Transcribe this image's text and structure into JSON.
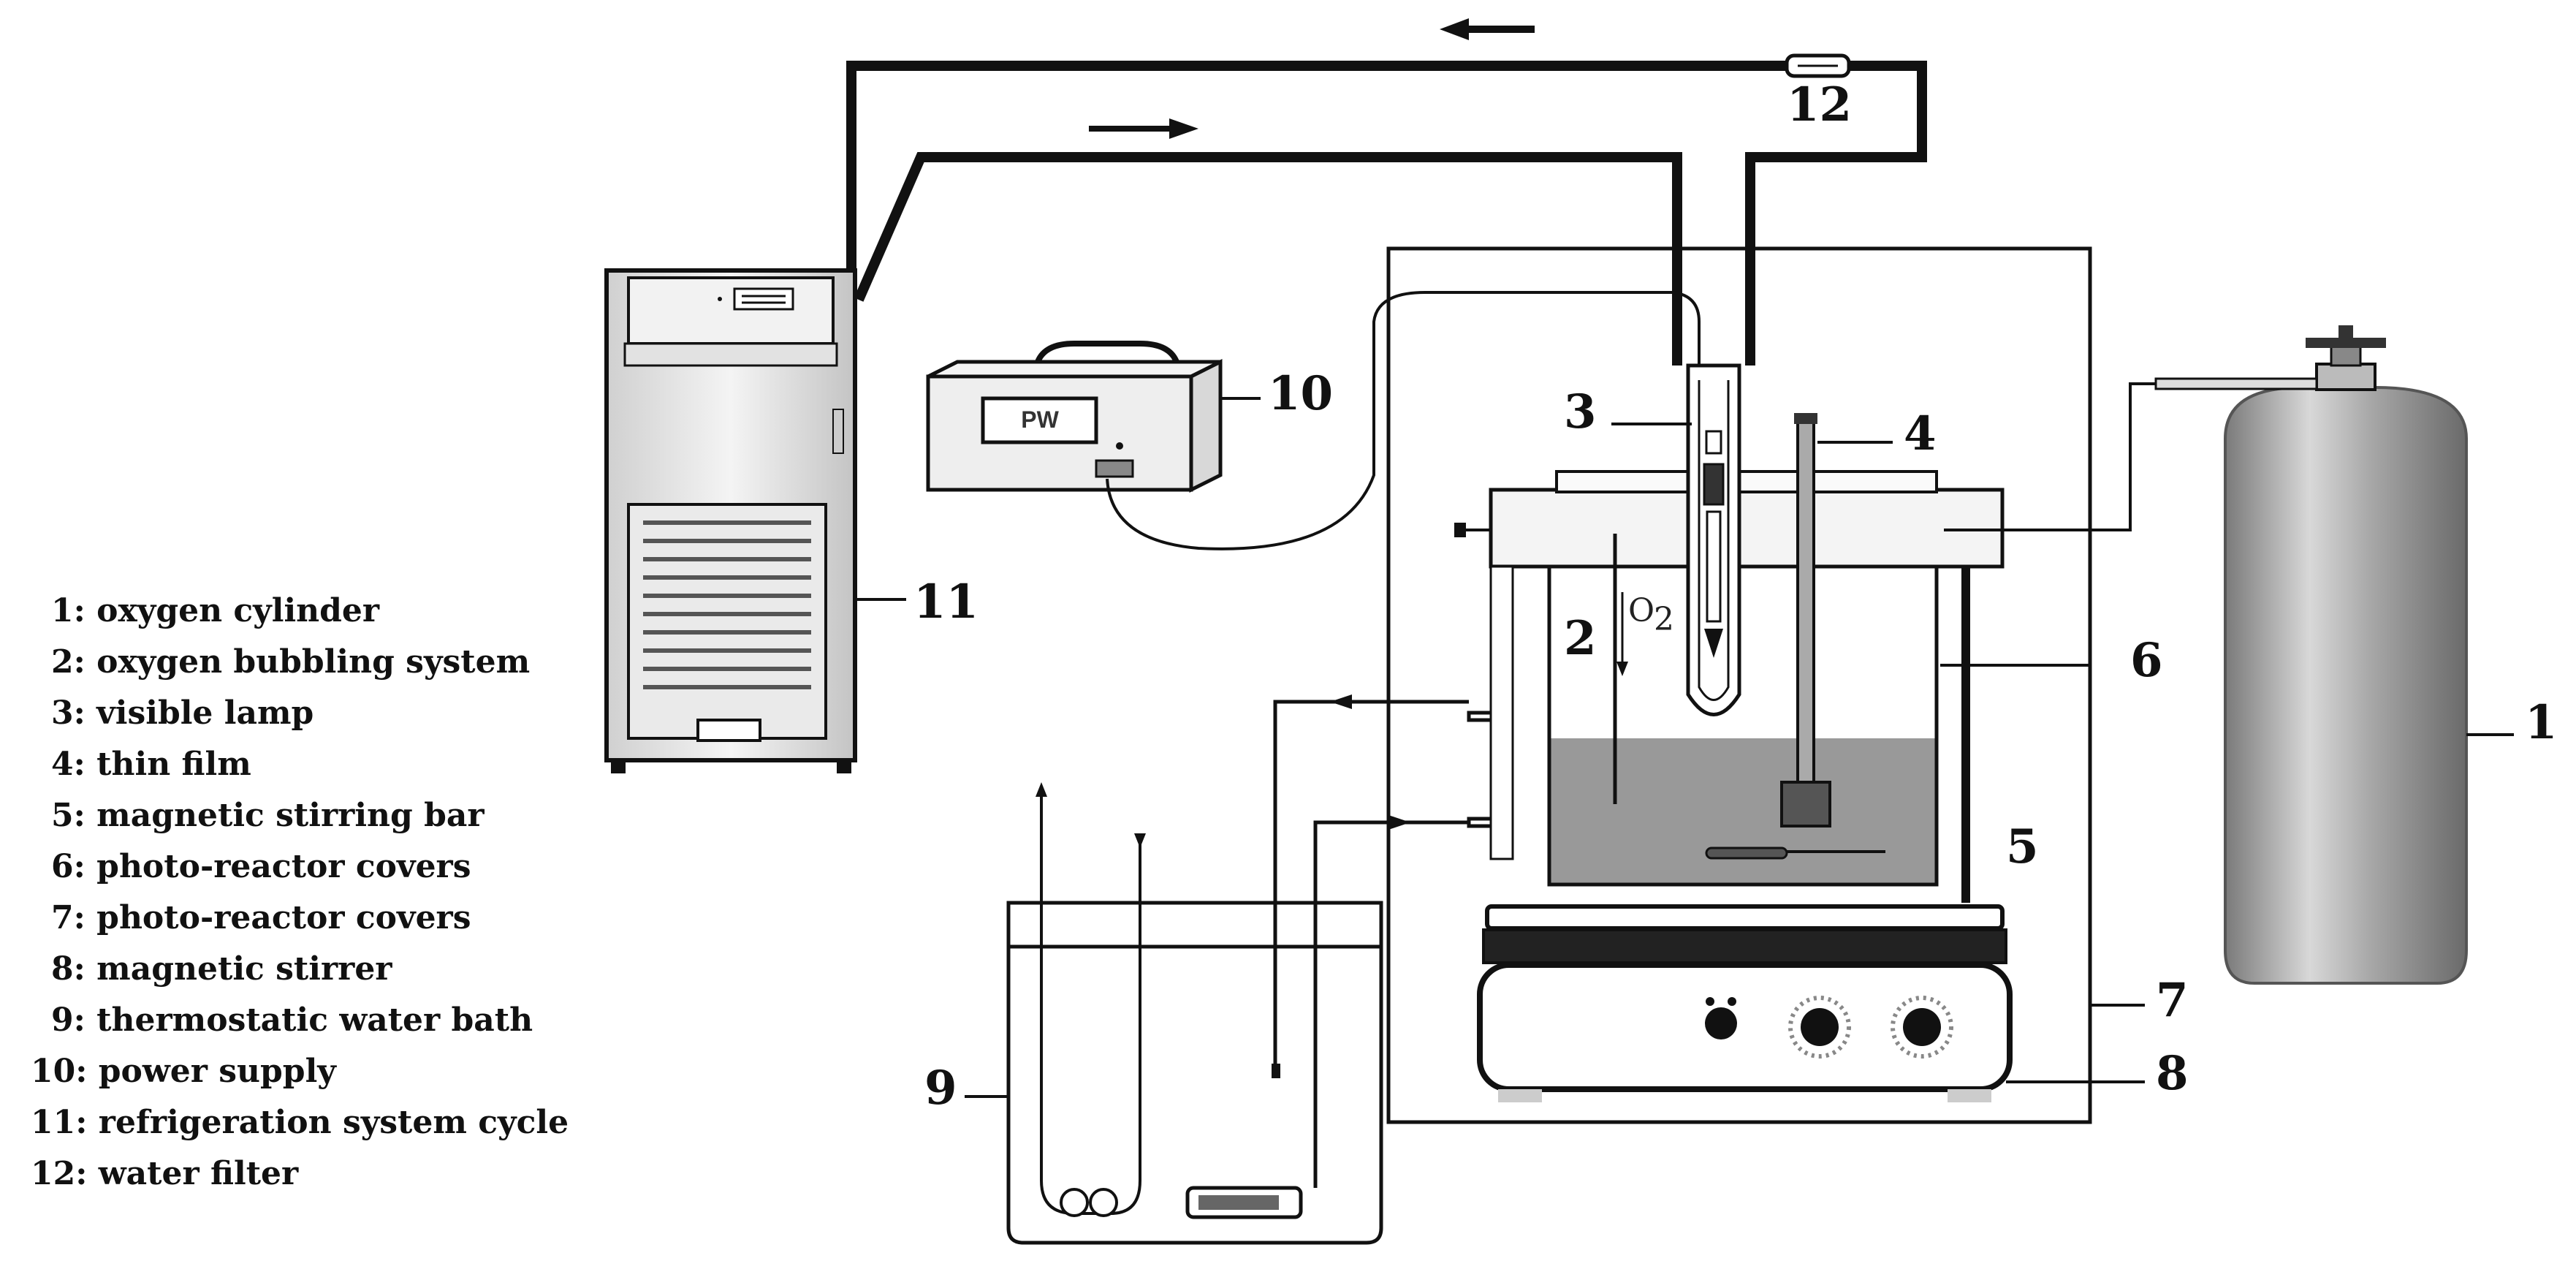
{
  "components": {
    "c1": {
      "num": "1"
    },
    "c2": {
      "num": "2"
    },
    "c3": {
      "num": "3"
    },
    "c4": {
      "num": "4"
    },
    "c5": {
      "num": "5"
    },
    "c6": {
      "num": "6"
    },
    "c7": {
      "num": "7"
    },
    "c8": {
      "num": "8"
    },
    "c9": {
      "num": "9"
    },
    "c10": {
      "num": "10"
    },
    "c11": {
      "num": "11"
    },
    "c12": {
      "num": "12"
    }
  },
  "power_supply_display": "PW",
  "gas_label": "O",
  "gas_subscript": "2",
  "legend": [
    "1: oxygen cylinder",
    "2: oxygen bubbling system",
    "3: visible lamp",
    "4: thin film",
    "5: magnetic stirring bar",
    "6: photo-reactor covers",
    "7: photo-reactor covers",
    "8: magnetic stirrer",
    "9: thermostatic water bath",
    "10: power supply",
    "11: refrigeration system cycle",
    "12: water filter"
  ],
  "colors": {
    "line": "#111111",
    "liquid": "#999999",
    "cylinder": "#9a9a9a",
    "background": "#ffffff"
  }
}
